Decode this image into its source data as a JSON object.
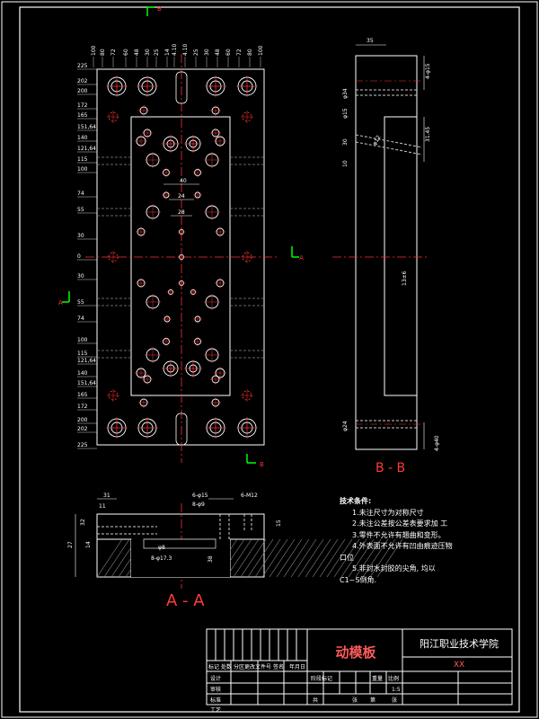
{
  "drawing": {
    "part_name": "动模板",
    "school": "阳江职业技术学院",
    "drawing_no": "XX",
    "view_aa": "A - A",
    "view_bb": "B - B",
    "section_marker_a": "A",
    "section_marker_b": "B"
  },
  "technical_requirements": {
    "title": "技术条件:",
    "items": [
      "1.未注尺寸为对称尺寸",
      "2.未注公差按公差表要求加 工",
      "3.零件不允许有翘曲和变形。",
      "4.外表面不允许有凹由痕迹压物",
      "口位",
      "5.非封水封胶的尖角, 均以",
      "C1~S倒角."
    ]
  },
  "dimensions": {
    "top_row": [
      "100",
      "80",
      "72",
      "60",
      "48",
      "30",
      "25",
      "14",
      "4.10",
      "4.10",
      "25",
      "30",
      "48",
      "60",
      "72",
      "80",
      "100"
    ],
    "left_column": [
      "225",
      "202",
      "200",
      "172",
      "165",
      "151,64",
      "140",
      "121,64",
      "115",
      "100",
      "74",
      "55",
      "30",
      "0",
      "30",
      "55",
      "74",
      "100",
      "115",
      "121,64",
      "140",
      "151,64",
      "165",
      "172",
      "200",
      "202",
      "225"
    ],
    "inner": [
      "40",
      "24",
      "28"
    ],
    "bb_view": [
      "35",
      "4-φ15",
      "φ34",
      "φ15",
      "φ12",
      "30",
      "31.45",
      "10",
      "13±6",
      "φ24",
      "4-φ40"
    ],
    "aa_view": [
      "31",
      "11",
      "32",
      "27",
      "14",
      "6-φ15",
      "8-φ9",
      "6-M12",
      "15",
      "φ8",
      "8-φ17.3",
      "38"
    ]
  },
  "title_block": {
    "row_labels": [
      "设计",
      "审核",
      "标准",
      "工艺"
    ],
    "header_cells": [
      "标记",
      "处数",
      "分区",
      "更改文件号",
      "签名",
      "年月日"
    ],
    "stage_cells": [
      "阶段标记",
      "重量",
      "比例"
    ],
    "scale": "1:5",
    "sheet": [
      "共",
      "张",
      "第",
      "张"
    ]
  },
  "colors": {
    "background": "#000000",
    "outline": "#ffffff",
    "center_line": "#ff3030",
    "hidden": "#ffff00",
    "dimension": "#ffffff",
    "marker": "#00ff00"
  }
}
